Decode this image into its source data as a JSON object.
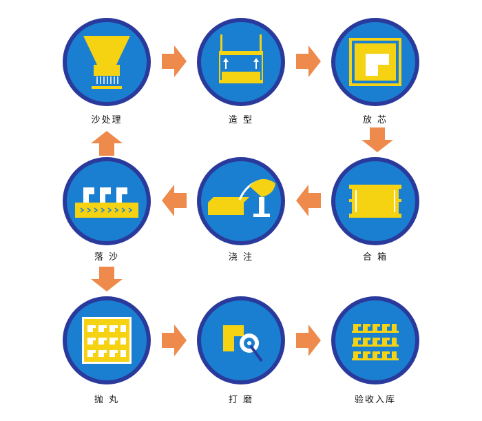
{
  "colors": {
    "circle_fill": "#1a7fd0",
    "circle_ring": "#2a3a9c",
    "icon_yellow": "#f5d313",
    "arrow": "#ee8a4c"
  },
  "steps": [
    {
      "label": "沙处理",
      "icon": "sand-hopper-icon"
    },
    {
      "label": "造 型",
      "icon": "molding-press-icon"
    },
    {
      "label": "放 芯",
      "icon": "core-box-icon"
    },
    {
      "label": "合 箱",
      "icon": "flask-close-icon"
    },
    {
      "label": "浇 注",
      "icon": "pouring-ladle-icon"
    },
    {
      "label": "落 沙",
      "icon": "shakeout-conveyor-icon"
    },
    {
      "label": "抛 丸",
      "icon": "shot-blast-rack-icon"
    },
    {
      "label": "打 磨",
      "icon": "grinding-wheel-icon"
    },
    {
      "label": "验收入库",
      "icon": "inspection-storage-icon"
    }
  ]
}
